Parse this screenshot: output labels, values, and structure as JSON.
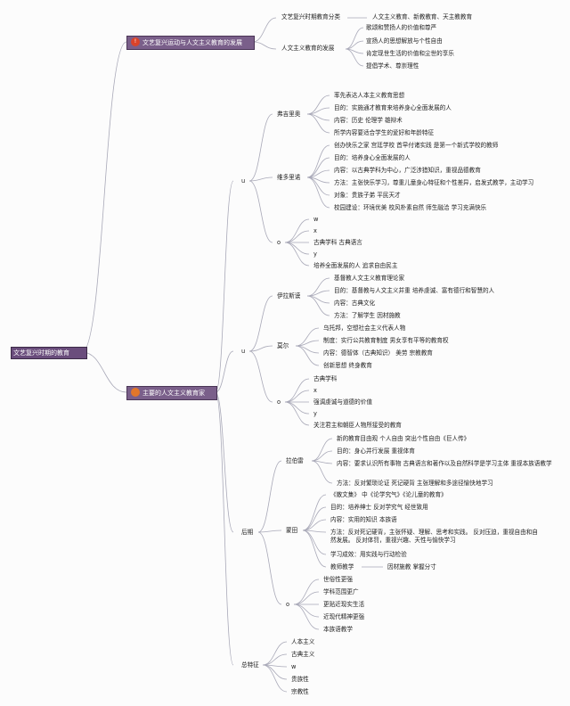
{
  "root": "文艺复兴时期的教育",
  "s1": {
    "title": "文艺复兴运动与人文主义教育的发展",
    "badge": "!",
    "c1_label": "文艺复兴时期教育分类",
    "c1_value": "人文主义教育、新教教育、天主教教育",
    "c2_label": "人文主义教育的发展",
    "c2_items": [
      "歌颂和赞扬人的价值和尊严",
      "宣扬人的思想解放与个性自由",
      "肯定现世生活的价值和尘世的享乐",
      "提倡学术、尊崇理性"
    ]
  },
  "s2": {
    "title": "主要的人文主义教育家",
    "it_label": "u",
    "vg_label": "弗吉里奥",
    "vg_items": [
      "率先表达人本主义教育思想",
      "目的：实施通才教育来培养身心全面发展的人",
      "内容：历史 伦理学 雄辩术",
      "所学内容要适合学生的爱好和年龄特征"
    ],
    "vt_label": "维多里诺",
    "vt_items": [
      "创办快乐之家 宫廷学校 首早付诸实践 是第一个新式学校的教师",
      "目的：培养身心全面发展的人",
      "内容：以古典学科为中心，广泛涉猎知识，重视品德教育",
      "方法：主张快乐学习，尊重儿童身心特征和个性差异，启发式教学，主动学习",
      "对象：贵族子弟 平民天才",
      "校园建设：环境优美 校风朴素自然 师生融洽 学习充满快乐"
    ],
    "o1_label": "o",
    "o1_items": [
      "w",
      "x",
      "古典学科 古典语言",
      "y",
      "培养全面发展的人 追求自由民主"
    ],
    "nr_label": "u",
    "er_label": "伊拉斯谟",
    "er_items": [
      "基督教人文主义教育理论家",
      "目的：基督教与人文主义并重 培养虔诚、富有德行和智慧的人",
      "内容：古典文化",
      "方法：了解学生 因材施教"
    ],
    "mo_label": "莫尔",
    "mo_items": [
      "乌托邦，空想社会主义代表人物",
      "制度：实行公共教育制度 男女享有平等的教育权",
      "内容：德智体（古典知识） 美劳 宗教教育",
      "创新思想 终身教育"
    ],
    "o2_label": "o",
    "o2_items": [
      "古典学科",
      "x",
      "强调虔诚与道德的价值",
      "y",
      "关注君主和朝臣人物所接受的教育"
    ],
    "late_label": "后期",
    "ra_label": "拉伯雷",
    "ra_items": [
      "新的教育目由观 个人自由 突出个性自由《巨人传》",
      "目的：身心并行发展 重视体育",
      "内容：要求认识所有事物 古典语言和著作以及自然科学是学习主体 重视本族语教学",
      "方法：反对繁琐论证 死记硬背 主张理解和多途径愉快地学习"
    ],
    "mt_label": "蒙田",
    "mt_items": [
      "《散文集》 中《论学究气》《论儿童的教育》",
      "目的：培养绅士 反对学究气 经世致用",
      "内容：实用的知识 本族语",
      "方法：反对死记硬背，主张怀疑、理解、思考和实践。 反对压迫，重视自由和自然发展。 反对体罚，重视兴趣、天性与愉快学习",
      "学习成效：用实践与行动检验"
    ],
    "mt_last_label": "教师教学",
    "mt_last_value": "因材施教 掌握分寸",
    "o3_label": "o",
    "o3_items": [
      "世俗性更强",
      "学科范围更广",
      "更贴近现实生活",
      "近现代精神更强",
      "本族语教学"
    ],
    "sum_label": "总特征",
    "sum_items": [
      "人本主义",
      "古典主义",
      "w",
      "贵族性",
      "宗教性"
    ]
  }
}
